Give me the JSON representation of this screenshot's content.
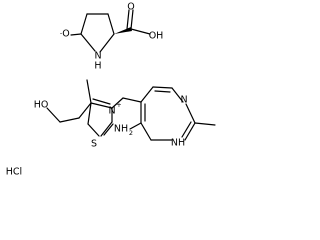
{
  "diagram": {
    "pyroglutamate": {
      "o_minus": "O",
      "o_minus_charge": "-",
      "nh": "N",
      "nh_h": "H",
      "carbonyl_o": "O",
      "oh": "OH"
    },
    "thiamine": {
      "ho": "HO",
      "s": "S",
      "n_plus": "N",
      "n_plus_charge": "+",
      "ring_n_top": "N",
      "ring_nh": "NH",
      "nh2": "NH",
      "nh2_sub": "2"
    },
    "hcl": "HCl"
  }
}
